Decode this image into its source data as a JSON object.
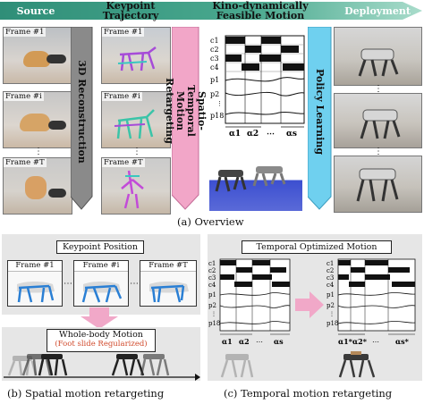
{
  "top_banner": {
    "source": "Source",
    "keypoint_trajectory": "Keypoint\nTrajectory",
    "kino_feasible": "Kino-dynamically\nFeasible Motion",
    "deployment": "Deployment"
  },
  "source_frames": [
    "Frame #1",
    "Frame #i",
    "Frame #T"
  ],
  "keypoint_frames": [
    "Frame #1",
    "Frame #i",
    "Frame #T"
  ],
  "blocks": {
    "reconstruction": "3D Reconstruction",
    "retargeting": "Spatio-Temporal\nMotion Retargeting",
    "policy": "Policy Learning"
  },
  "gait_chart_top": {
    "rows": [
      "c1",
      "c2",
      "c3",
      "c4",
      "p1",
      "p2",
      "p18"
    ],
    "alphas": [
      "α1",
      "α2",
      "αs"
    ]
  },
  "captions": {
    "a": "(a) Overview",
    "b": "(b) Spatial motion retargeting",
    "c": "(c) Temporal motion retargeting"
  },
  "panel_b": {
    "keypoint_position": "Keypoint Position",
    "frames": [
      "Frame #1",
      "Frame #i",
      "Frame #T"
    ],
    "whole_body": "Whole-body Motion",
    "foot_slide": "(Foot slide Regularized)"
  },
  "panel_c": {
    "title": "Temporal Optimized Motion",
    "left_alphas": [
      "α1",
      "α2",
      "αs"
    ],
    "right_alphas": [
      "α1*",
      "α2*",
      "αs*"
    ]
  },
  "colors": {
    "banner": "#3a9a84",
    "recon_block": "#8a8a8a",
    "retarget_block": "#f2a6c8",
    "policy_block": "#6fd0ef",
    "panel_bg": "#e6e6e6",
    "pink_arrow": "#f1a8c8",
    "foot_slide_text": "#d0492b",
    "keypoint_blue": "#2a7fd4"
  }
}
